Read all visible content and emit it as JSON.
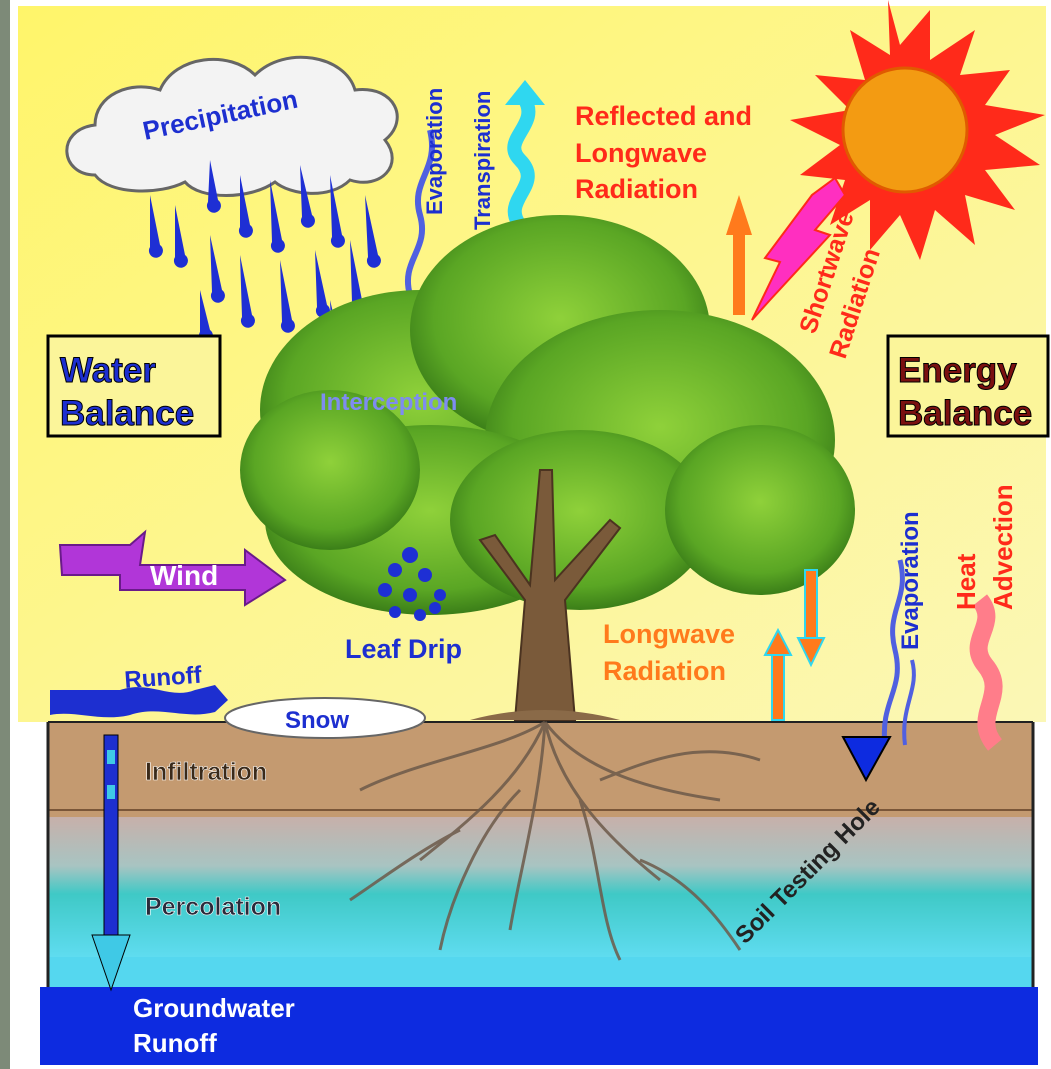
{
  "colors": {
    "sky": "#fbf59a",
    "soil_top": "#c49a70",
    "soil_mid": "#c9a9a6",
    "soil_wet": "#3fc9c6",
    "groundwater": "#0d2be0",
    "label_blue": "#1d2fd0",
    "label_red": "#ff2a1a",
    "label_orange": "#ff7a1c",
    "wind_arrow": "#b136d8",
    "sun": "#f39b12",
    "sun_rays": "#ff2a1a"
  },
  "labels": {
    "precipitation": "Precipitation",
    "evaporation_top": "Evaporation",
    "transpiration": "Transpiration",
    "reflected": "Reflected and",
    "longwave_top": "Longwave",
    "radiation_top": "Radiation",
    "shortwave": "Shortwave",
    "shortwave_radiation": "Radiation",
    "water_balance_1": "Water",
    "water_balance_2": "Balance",
    "energy_balance_1": "Energy",
    "energy_balance_2": "Balance",
    "interception": "Interception",
    "wind": "Wind",
    "leaf_drip": "Leaf Drip",
    "longwave_bottom": "Longwave",
    "radiation_bottom": "Radiation",
    "evaporation_right": "Evaporation",
    "heat": "Heat",
    "advection": "Advection",
    "runoff": "Runoff",
    "snow": "Snow",
    "infiltration": "Infiltration",
    "percolation": "Percolation",
    "groundwater": "Groundwater",
    "groundwater_runoff": "Runoff",
    "water_table": "Soil Testing Hole"
  },
  "icons": {
    "sun": "sun-icon",
    "cloud": "cloud-icon",
    "tree": "tree-icon",
    "water_table": "water-table-triangle-icon"
  }
}
